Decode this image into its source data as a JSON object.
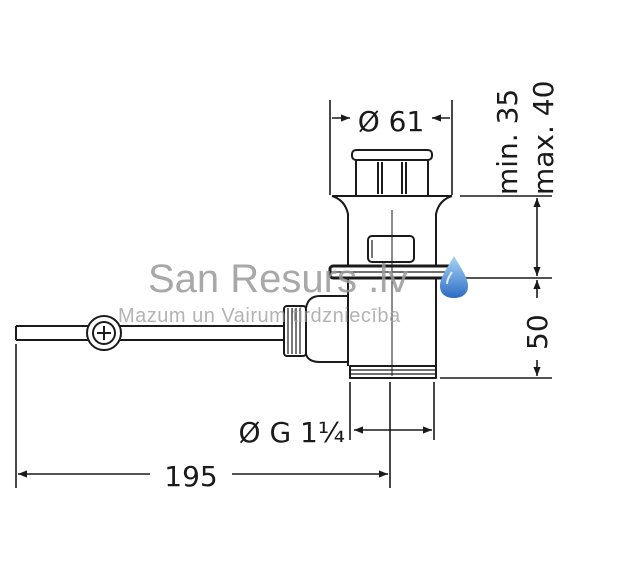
{
  "dimensions": {
    "top_diameter": "Ø 61",
    "min_label": "min. 35",
    "max_label": "max. 40",
    "height_label": "50",
    "thread_label": "Ø G 1¼",
    "length_label": "195"
  },
  "watermark": {
    "title": "San Resurs .lv",
    "subtitle": "Mazum un Vairum tirdzniecība"
  },
  "colors": {
    "line": "#1a1a1a",
    "watermark_gray": "#9a9a9a",
    "drop_blue": "#3a7fd0",
    "drop_light": "#8cc4f0"
  }
}
